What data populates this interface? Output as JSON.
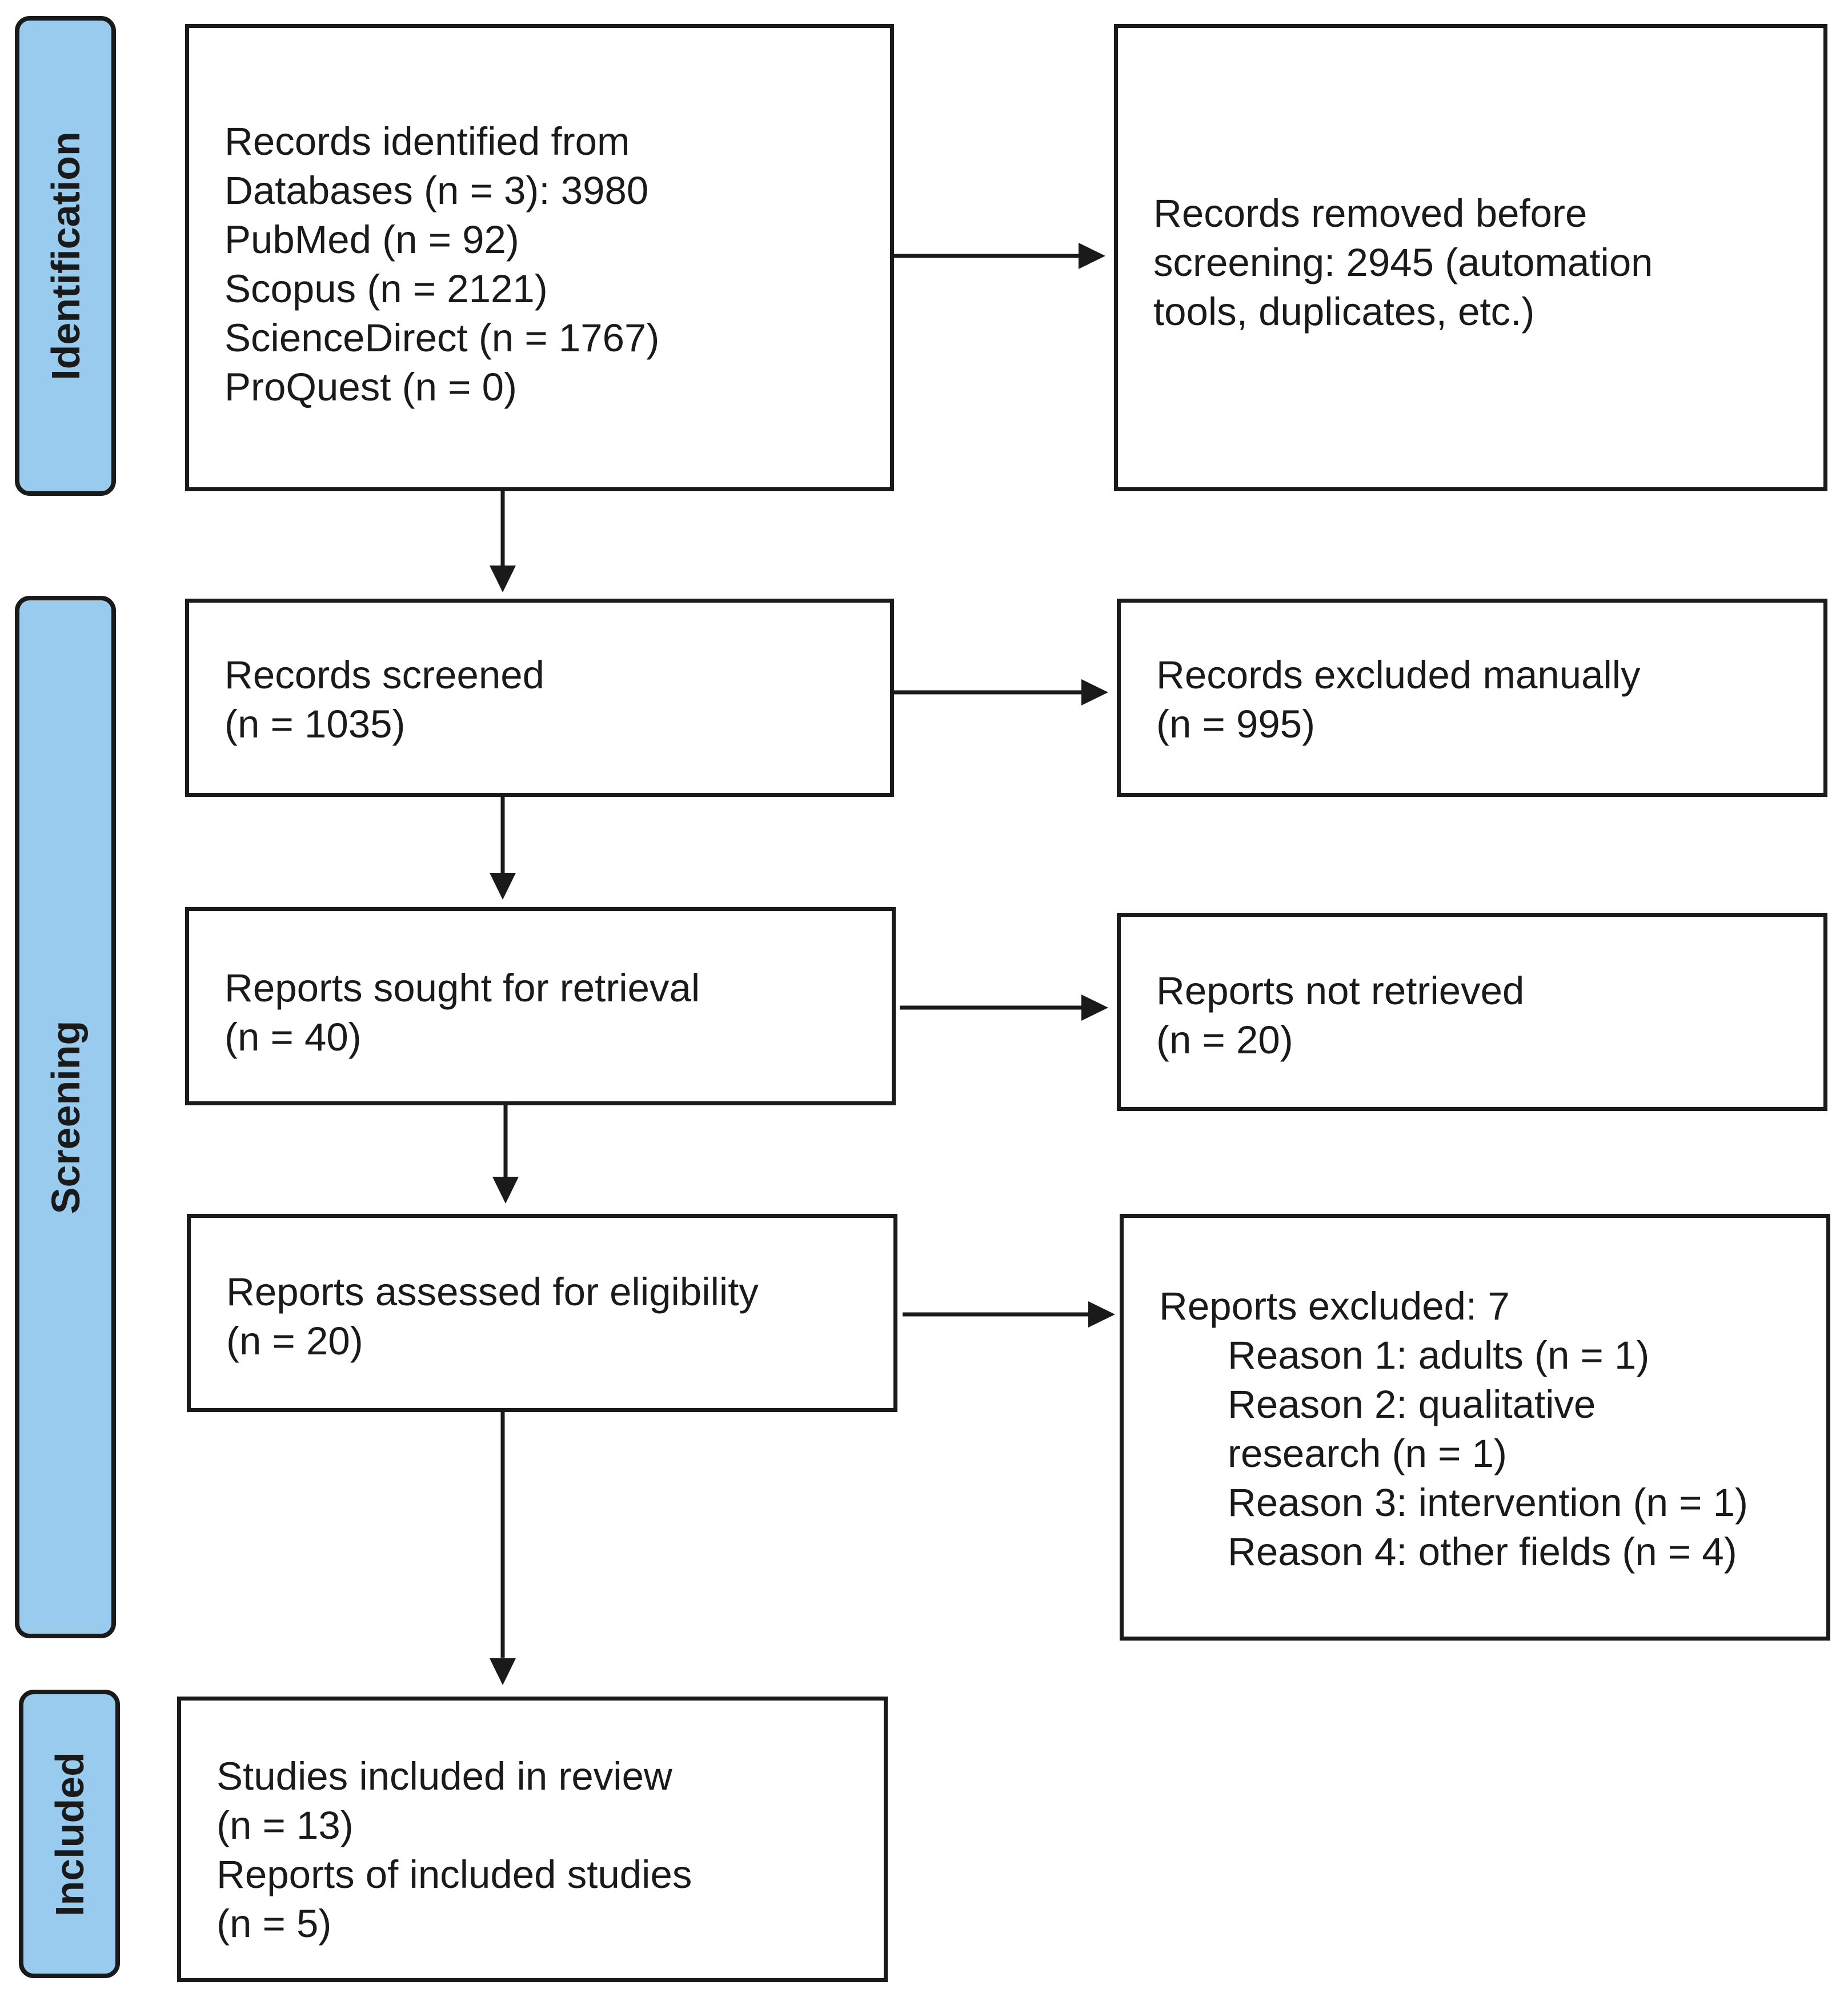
{
  "phases": {
    "identification": "Identification",
    "screening": "Screening",
    "included": "Included"
  },
  "boxes": {
    "records_identified": {
      "lines": [
        "Records identified from",
        "Databases (n = 3): 3980",
        "PubMed (n = 92)",
        "Scopus (n = 2121)",
        "ScienceDirect (n = 1767)",
        "ProQuest (n = 0)"
      ]
    },
    "records_removed": {
      "lines": [
        "Records removed before",
        "screening: 2945 (automation",
        "tools, duplicates, etc.)"
      ]
    },
    "records_screened": {
      "lines": [
        "Records screened",
        "(n = 1035)"
      ]
    },
    "records_excluded": {
      "lines": [
        "Records excluded manually",
        "(n = 995)"
      ]
    },
    "reports_sought": {
      "lines": [
        "Reports sought for retrieval",
        "(n = 40)"
      ]
    },
    "reports_not_retrieved": {
      "lines": [
        "Reports not retrieved",
        "(n = 20)"
      ]
    },
    "reports_assessed": {
      "lines": [
        "Reports assessed for eligibility",
        "(n = 20)"
      ]
    },
    "reports_excluded": {
      "lines": [
        "Reports excluded: 7",
        "Reason 1: adults (n = 1)",
        "Reason 2: qualitative",
        "research (n = 1)",
        "Reason 3: intervention (n = 1)",
        "Reason 4: other fields (n = 4)"
      ]
    },
    "studies_included": {
      "lines": [
        "Studies included in review",
        "(n = 13)",
        "Reports of included studies",
        "(n = 5)"
      ]
    }
  },
  "colors": {
    "phase_fill": "#99cbee",
    "stroke": "#1a1a1a",
    "box_fill": "#ffffff"
  }
}
